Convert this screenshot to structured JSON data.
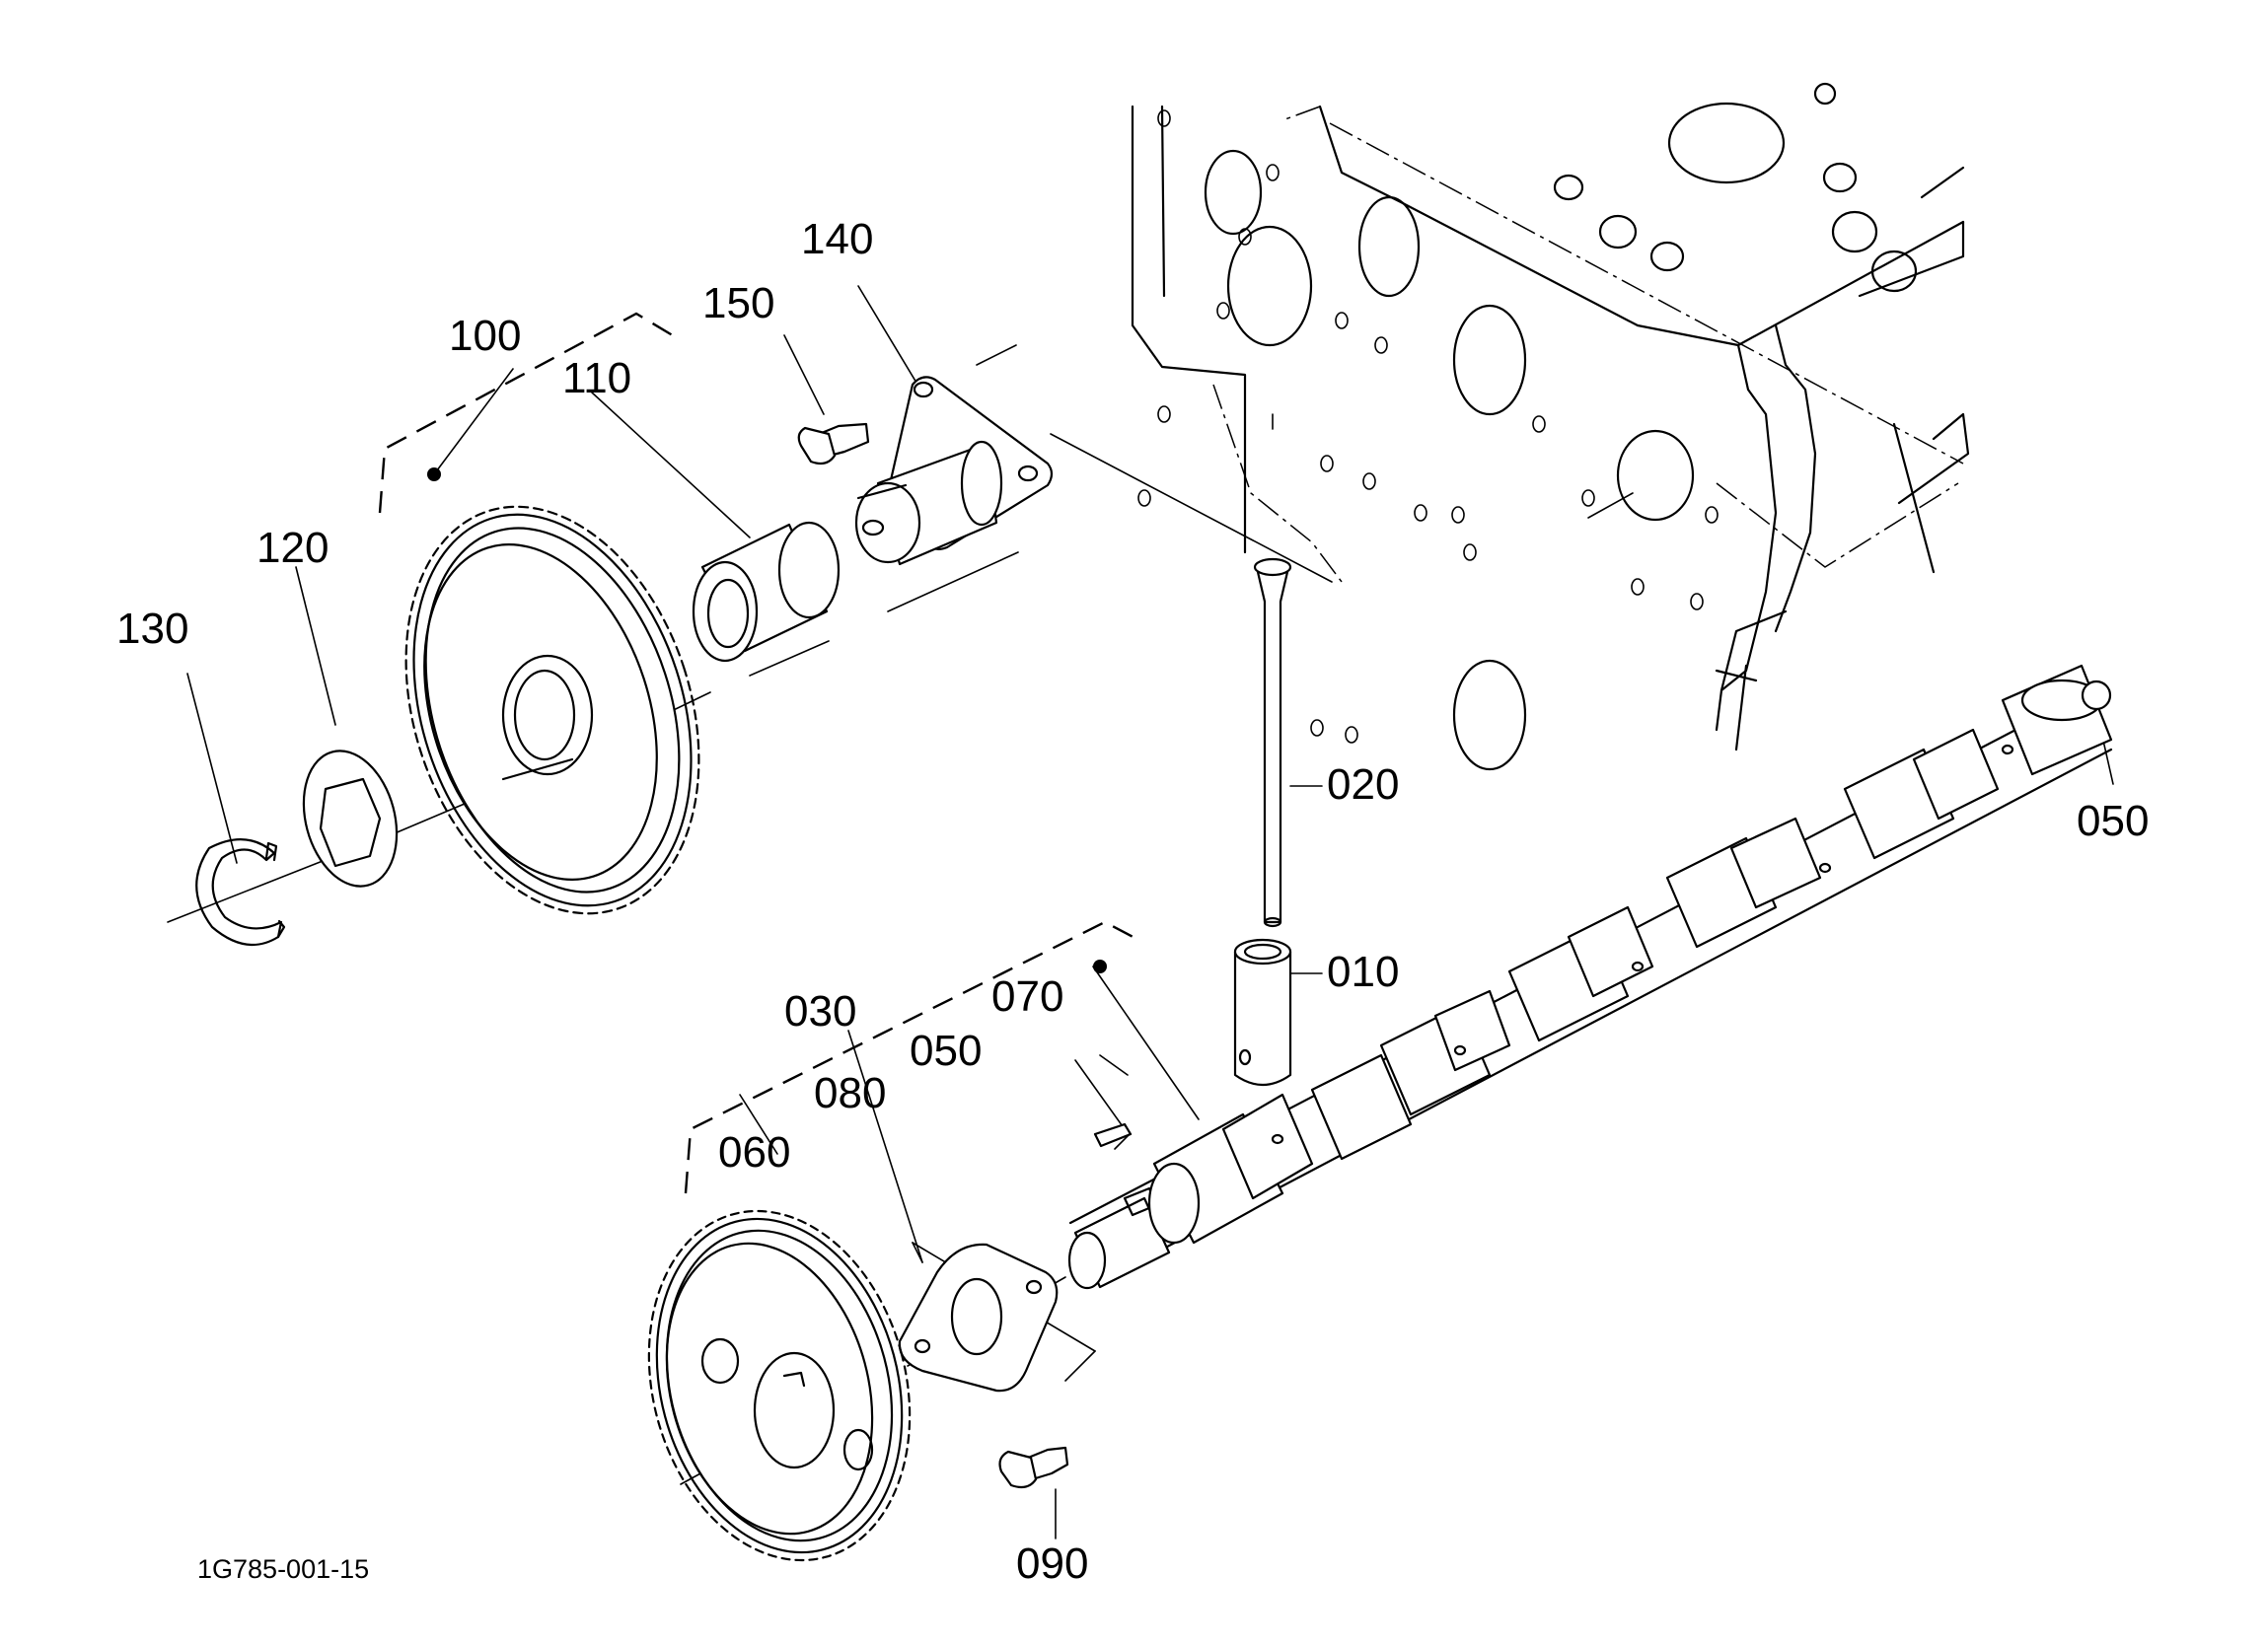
{
  "diagram": {
    "drawing_code": "1G785-001-15",
    "callouts": {
      "p010": "010",
      "p020": "020",
      "p030": "030",
      "p050_upper": "050",
      "p050_lower": "050",
      "p060": "060",
      "p070": "070",
      "p080": "080",
      "p090": "090",
      "p100": "100",
      "p110": "110",
      "p120": "120",
      "p130": "130",
      "p140": "140",
      "p150": "150"
    }
  }
}
